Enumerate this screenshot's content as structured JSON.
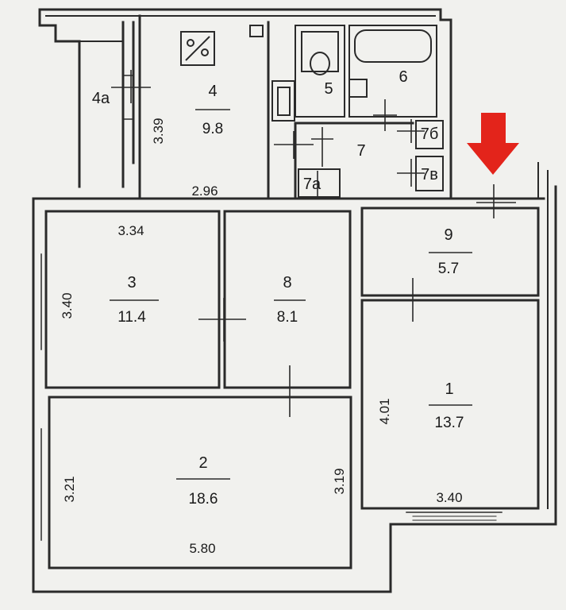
{
  "colors": {
    "background": "#f1f1ee",
    "wall": "#2a2a2a",
    "room_fill": "#f7f7f5",
    "arrow": "#e3241b"
  },
  "rooms": [
    {
      "id": "1",
      "number": "1",
      "area": "13.7"
    },
    {
      "id": "2",
      "number": "2",
      "area": "18.6"
    },
    {
      "id": "3",
      "number": "3",
      "area": "11.4"
    },
    {
      "id": "4",
      "number": "4",
      "area": "9.8"
    },
    {
      "id": "4a",
      "number": "4a"
    },
    {
      "id": "5",
      "number": "5"
    },
    {
      "id": "6",
      "number": "6"
    },
    {
      "id": "7",
      "number": "7"
    },
    {
      "id": "7a",
      "number": "7a"
    },
    {
      "id": "7b",
      "number": "7б"
    },
    {
      "id": "7v",
      "number": "7в"
    },
    {
      "id": "8",
      "number": "8",
      "area": "8.1"
    },
    {
      "id": "9",
      "number": "9",
      "area": "5.7"
    }
  ],
  "dimensions": {
    "kitchen_height": "3.39",
    "kitchen_width": "2.96",
    "room3_width": "3.34",
    "room3_height": "3.40",
    "room1_height": "4.01",
    "room1_width": "3.40",
    "room2_left": "3.21",
    "room2_right": "3.19",
    "room2_width": "5.80"
  },
  "marker": {
    "icon": "down-arrow-icon"
  }
}
